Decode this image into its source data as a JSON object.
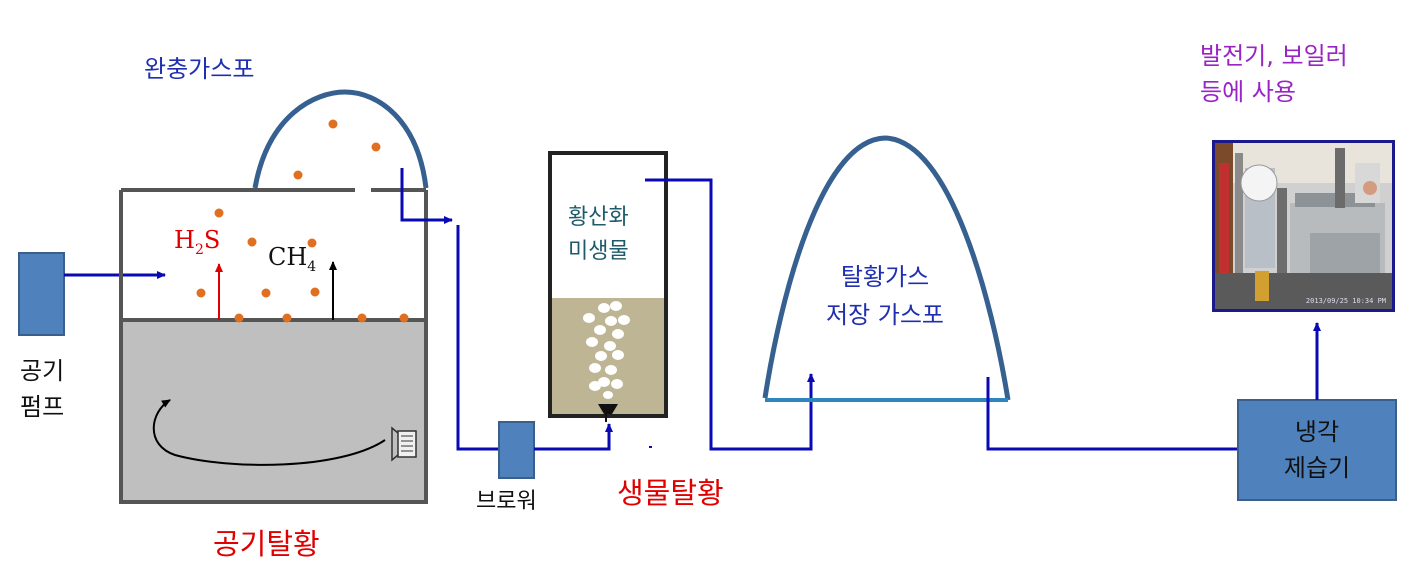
{
  "labels": {
    "buffer_gas_holder": "완충가스포",
    "air_pump_line1": "공기",
    "air_pump_line2": "펌프",
    "air_desulfurization": "공기탈황",
    "h2s": "H",
    "h2s_sub": "2",
    "h2s_tail": "S",
    "ch4": "CH",
    "ch4_sub": "4",
    "blower": "브로워",
    "sulfur_microbe_line1": "황산화",
    "sulfur_microbe_line2": "미생물",
    "bio_desulfurization": "생물탈황",
    "desulf_gas_storage_line1": "탈황가스",
    "desulf_gas_storage_line2": "저장 가스포",
    "chiller_line1": "냉각",
    "chiller_line2": "제습기",
    "usage_line1": "발전기, 보일러",
    "usage_line2": "등에 사용",
    "photo_stamp": "2013/09/25 10:34 PM"
  },
  "colors": {
    "pipe": "#0a0ab4",
    "dome": "#35608f",
    "box_fill": "#4f81bd",
    "box_stroke": "#3a5f8c",
    "sludge": "#bfbfbf",
    "droplet": "#e07020",
    "media": "#bdb593"
  }
}
